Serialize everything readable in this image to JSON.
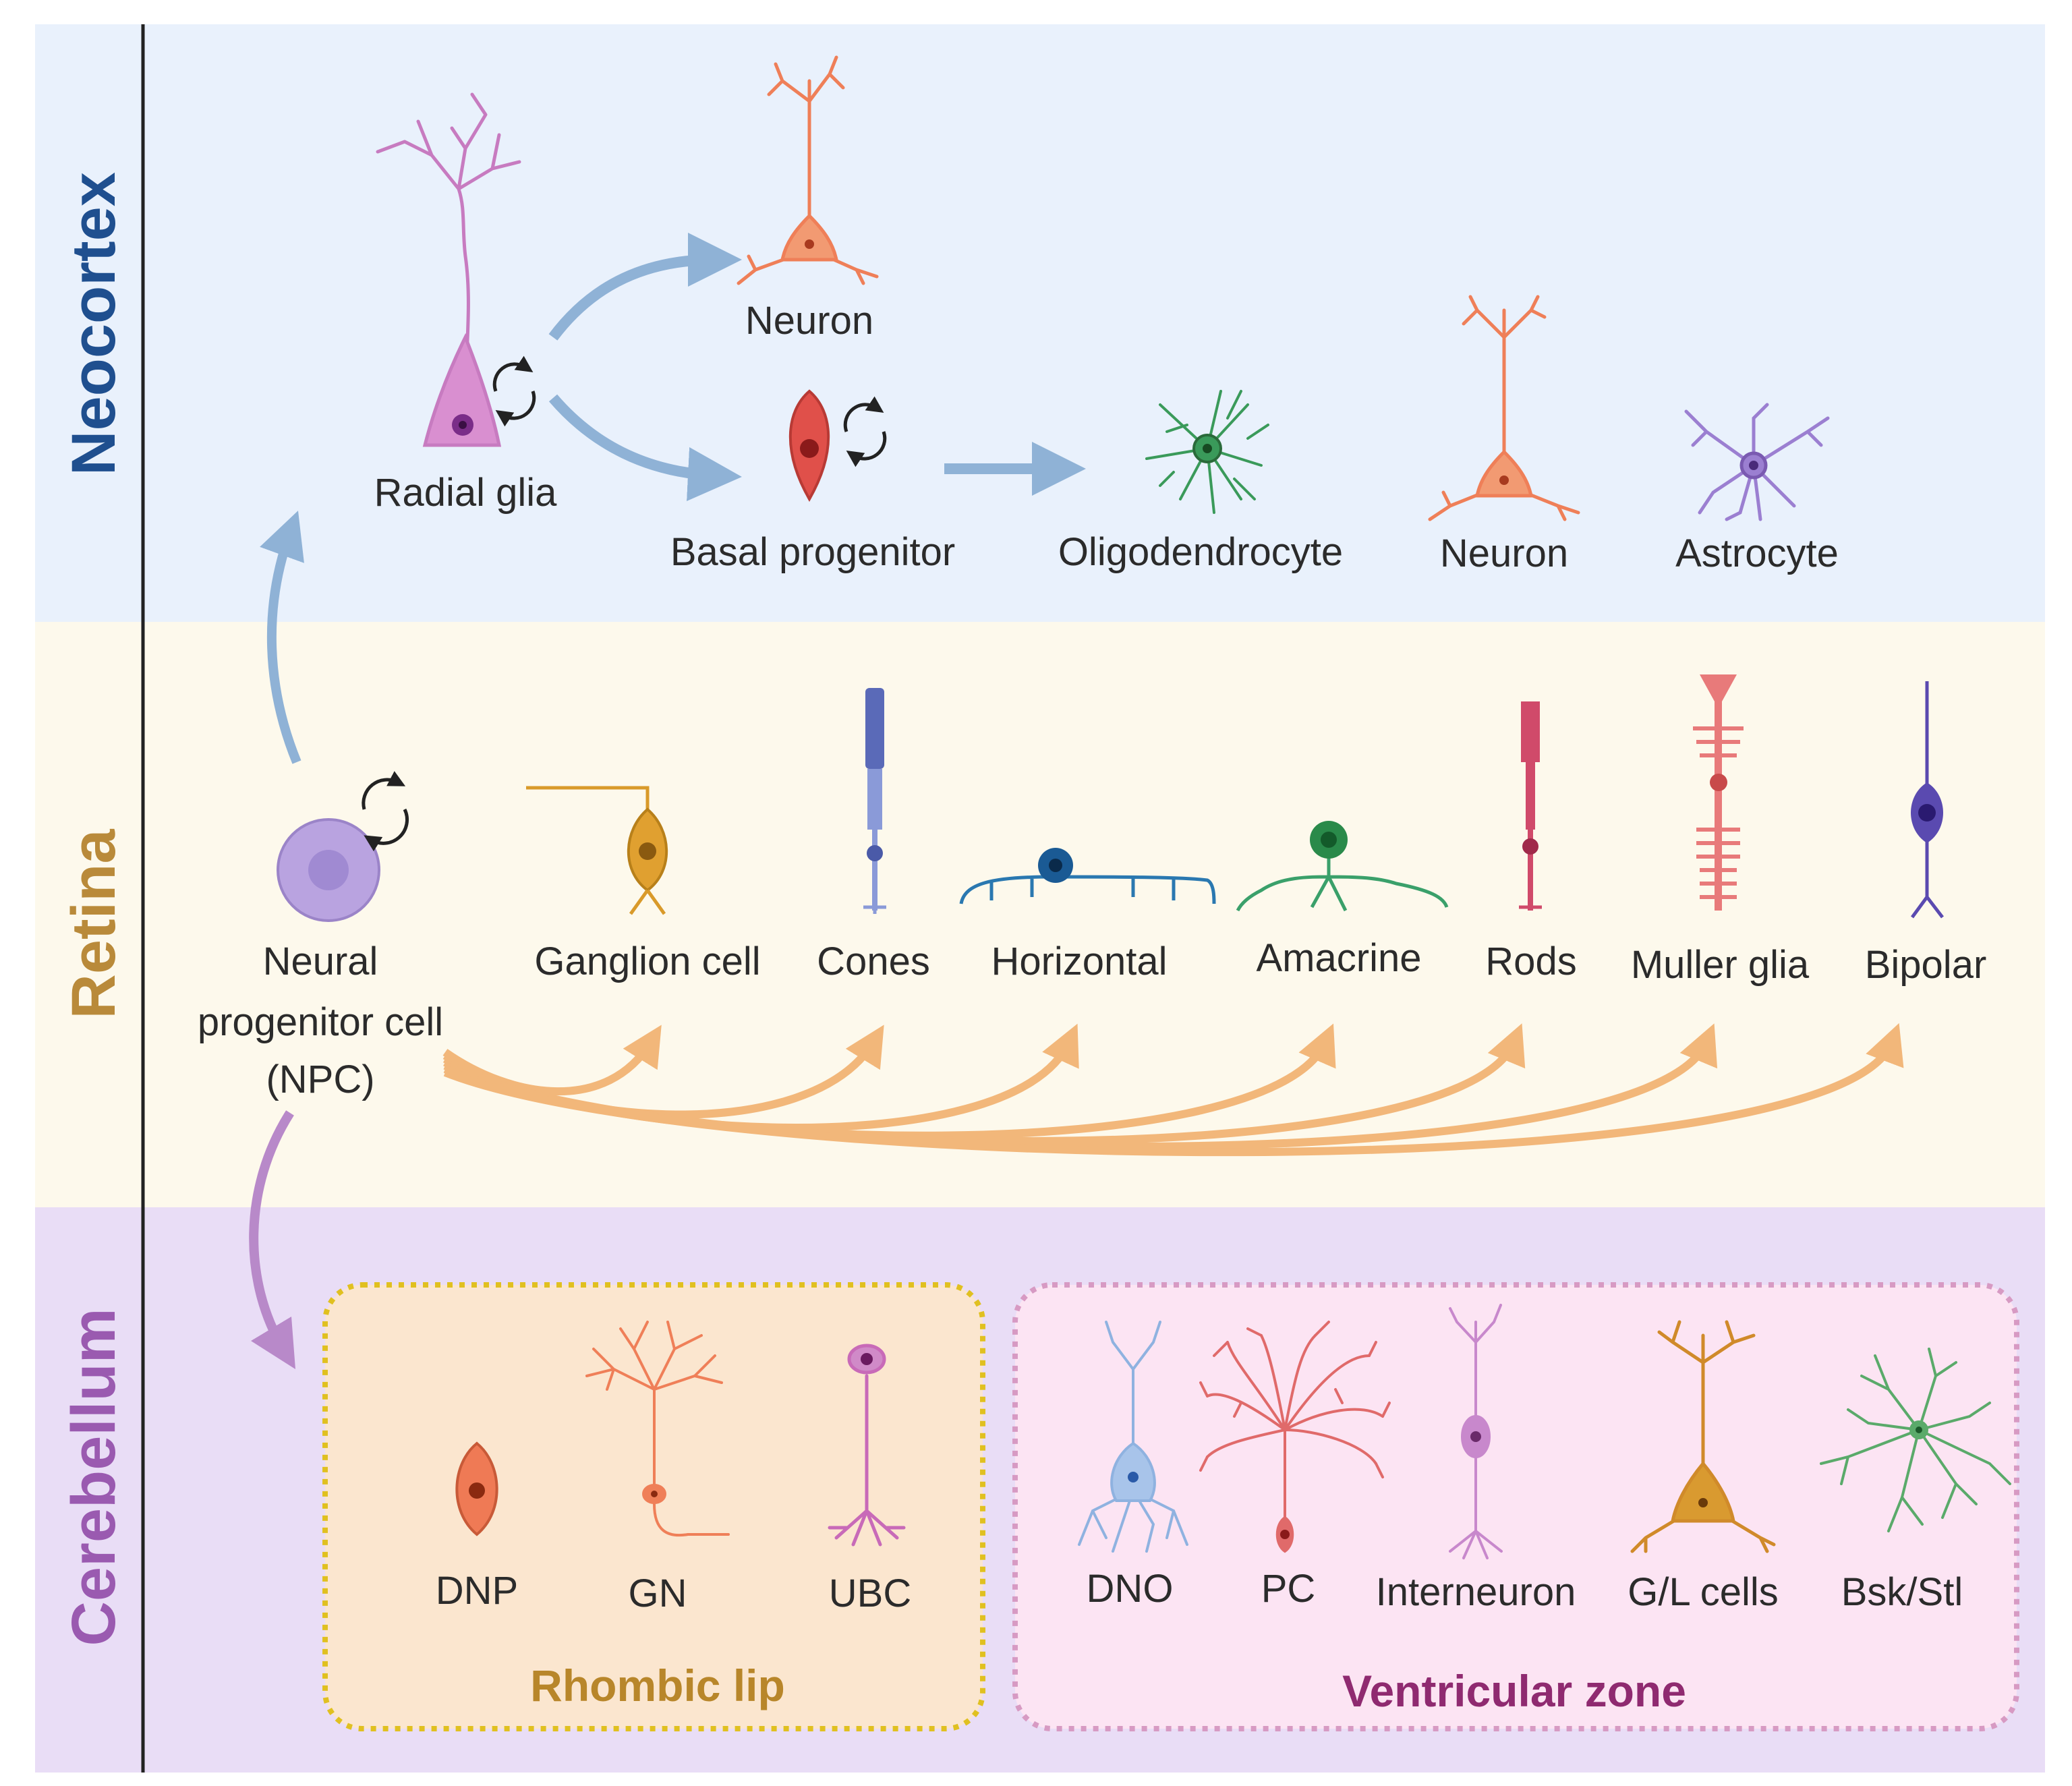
{
  "colors": {
    "neocortex_bg": "#e9f1fc",
    "retina_bg": "#fdf9ec",
    "cerebellum_bg": "#e9ddf6",
    "neocortex_label": "#1f4f8f",
    "retina_label": "#b98a3a",
    "cerebellum_label": "#9a5ab0",
    "rhombic_bg": "#fbe6cf",
    "rhombic_border": "#e0c020",
    "rhombic_label": "#b8862a",
    "ventricular_bg": "#fce4f3",
    "ventricular_border": "#d79ac3",
    "ventricular_label": "#8f2a70",
    "blue_arrow": "#8fb2d6",
    "orange_arrow": "#f2b77a",
    "purple_arrow": "#b889c9"
  },
  "sections": {
    "neocortex": "Neocortex",
    "retina": "Retina",
    "cerebellum": "Cerebellum"
  },
  "neocortex": {
    "radial_glia": "Radial glia",
    "neuron_top": "Neuron",
    "basal_progenitor": "Basal progenitor",
    "oligodendrocyte": "Oligodendrocyte",
    "neuron": "Neuron",
    "astrocyte": "Astrocyte"
  },
  "retina": {
    "npc_line1": "Neural",
    "npc_line2": "progenitor cell",
    "npc_line3": "(NPC)",
    "cells": [
      "Ganglion cell",
      "Cones",
      "Horizontal",
      "Amacrine",
      "Rods",
      "Muller glia",
      "Bipolar"
    ]
  },
  "cerebellum": {
    "rhombic_lip": {
      "title": "Rhombic lip",
      "cells": [
        "DNP",
        "GN",
        "UBC"
      ]
    },
    "ventricular_zone": {
      "title": "Ventricular zone",
      "cells": [
        "DNO",
        "PC",
        "Interneuron",
        "G/L cells",
        "Bsk/Stl"
      ]
    }
  }
}
